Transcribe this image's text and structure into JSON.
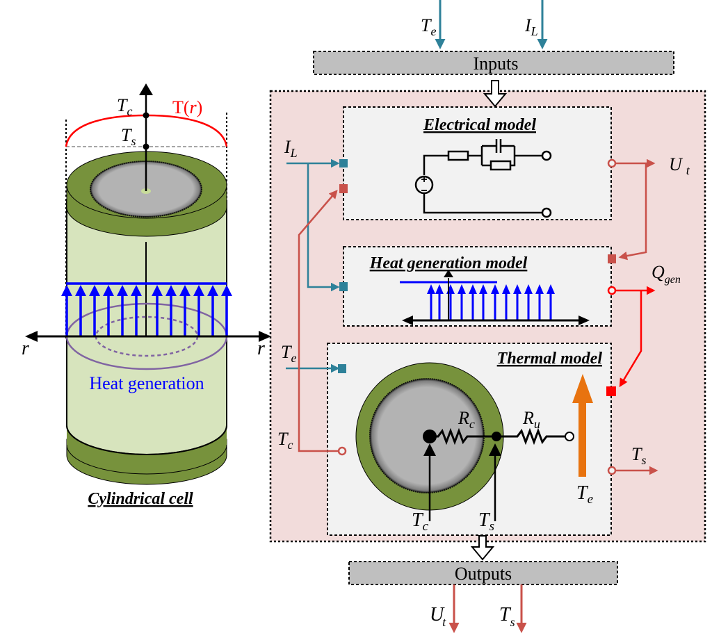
{
  "colors": {
    "teal": "#2e8199",
    "brick": "#c9514a",
    "red": "#ff0000",
    "blue": "#0000ff",
    "orange": "#e8730f",
    "green_dark": "#77923c",
    "green_light": "#d7e4bd",
    "pink_bg": "#f2dcdb",
    "box_bg": "#f2f2f2",
    "gray_bar": "#bfbfbf",
    "purple": "#8064a2"
  },
  "cell": {
    "caption": "Cylindrical cell",
    "heat_label": "Heat generation",
    "profile_label": "T(r)",
    "profile_T": "T(",
    "profile_r": "r",
    "profile_close": ")",
    "tc_main": "T",
    "tc_sub": "c",
    "ts_main": "T",
    "ts_sub": "s",
    "r_left": "r",
    "r_right": "r"
  },
  "inputs": {
    "label": "Inputs",
    "te_main": "T",
    "te_sub": "e",
    "il_main": "I",
    "il_sub": "L"
  },
  "outputs": {
    "label": "Outputs",
    "ut_main": "U",
    "ut_sub": "t",
    "ts_main": "T",
    "ts_sub": "s"
  },
  "electrical": {
    "title": "Electrical model",
    "in_il_main": "I",
    "in_il_sub": "L",
    "out_ut_main": "U",
    "out_ut_sub": "t"
  },
  "heatgen": {
    "title": "Heat generation model",
    "out_main": "Q",
    "out_sub": "gen"
  },
  "thermal": {
    "title": "Thermal model",
    "in_te_main": "T",
    "in_te_sub": "e",
    "out_tc_main": "T",
    "out_tc_sub": "c",
    "rc_main": "R",
    "rc_sub": "c",
    "ru_main": "R",
    "ru_sub": "u",
    "tc_main": "T",
    "tc_sub": "c",
    "ts_main": "T",
    "ts_sub": "s",
    "te_main": "T",
    "te_sub": "e",
    "out_ts_main": "T",
    "out_ts_sub": "s"
  }
}
